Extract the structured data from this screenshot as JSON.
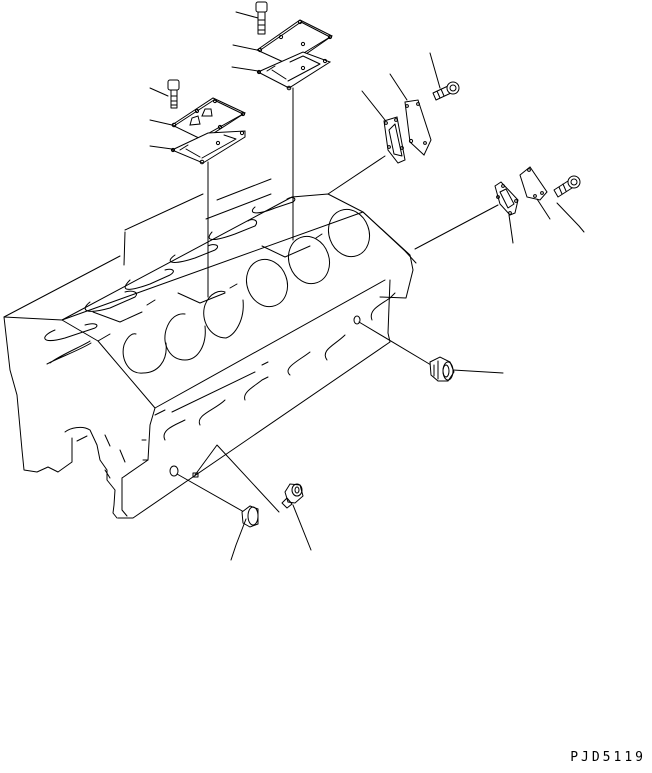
{
  "figure": {
    "code": "PJD5119",
    "background": "#ffffff",
    "stroke": "#000000",
    "subject": "engine cylinder block exploded view"
  },
  "parts": [
    {
      "id": "bolt-top-right",
      "kind": "bolt"
    },
    {
      "id": "cover-top-right",
      "kind": "cover plate"
    },
    {
      "id": "gasket-top-right",
      "kind": "gasket"
    },
    {
      "id": "bolt-top-left",
      "kind": "bolt"
    },
    {
      "id": "cover-top-left",
      "kind": "cover plate with fittings"
    },
    {
      "id": "gasket-top-left",
      "kind": "gasket"
    },
    {
      "id": "gasket-side-upper",
      "kind": "gasket"
    },
    {
      "id": "cover-side-upper",
      "kind": "cover plate"
    },
    {
      "id": "bolt-side-upper",
      "kind": "bolt"
    },
    {
      "id": "gasket-side-lower",
      "kind": "gasket"
    },
    {
      "id": "cover-side-lower",
      "kind": "cover plate"
    },
    {
      "id": "bolt-side-lower",
      "kind": "bolt"
    },
    {
      "id": "plug-right",
      "kind": "plug"
    },
    {
      "id": "plug-bottom-left",
      "kind": "plug"
    },
    {
      "id": "plug-bottom-right",
      "kind": "plug"
    },
    {
      "id": "cylinder-block",
      "kind": "engine block"
    }
  ]
}
